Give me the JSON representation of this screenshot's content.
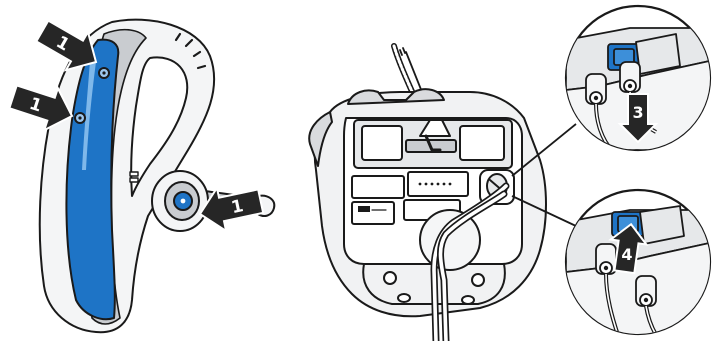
{
  "figure": {
    "colors": {
      "accent": "#1e74c6",
      "accent_light": "#7fb8ea",
      "outline": "#1a1a1a",
      "shell_light": "#f4f5f6",
      "shell_gray": "#c9ccd0",
      "arrow_dark": "#262626",
      "background": "#ffffff"
    },
    "headset": {
      "arrows": [
        {
          "name": "step-arrow-upper-button",
          "number": "1"
        },
        {
          "name": "step-arrow-lower-button",
          "number": "1"
        },
        {
          "name": "step-arrow-earpiece",
          "number": "1"
        }
      ]
    },
    "base": {
      "parts": [
        "coiled-cord",
        "charging-cradle",
        "cable-routing-channel",
        "power-cable"
      ]
    },
    "callouts": [
      {
        "name": "callout-top",
        "step_number": "3",
        "arrow_direction": "down"
      },
      {
        "name": "callout-bottom",
        "step_number": "4",
        "arrow_direction": "up"
      }
    ]
  }
}
